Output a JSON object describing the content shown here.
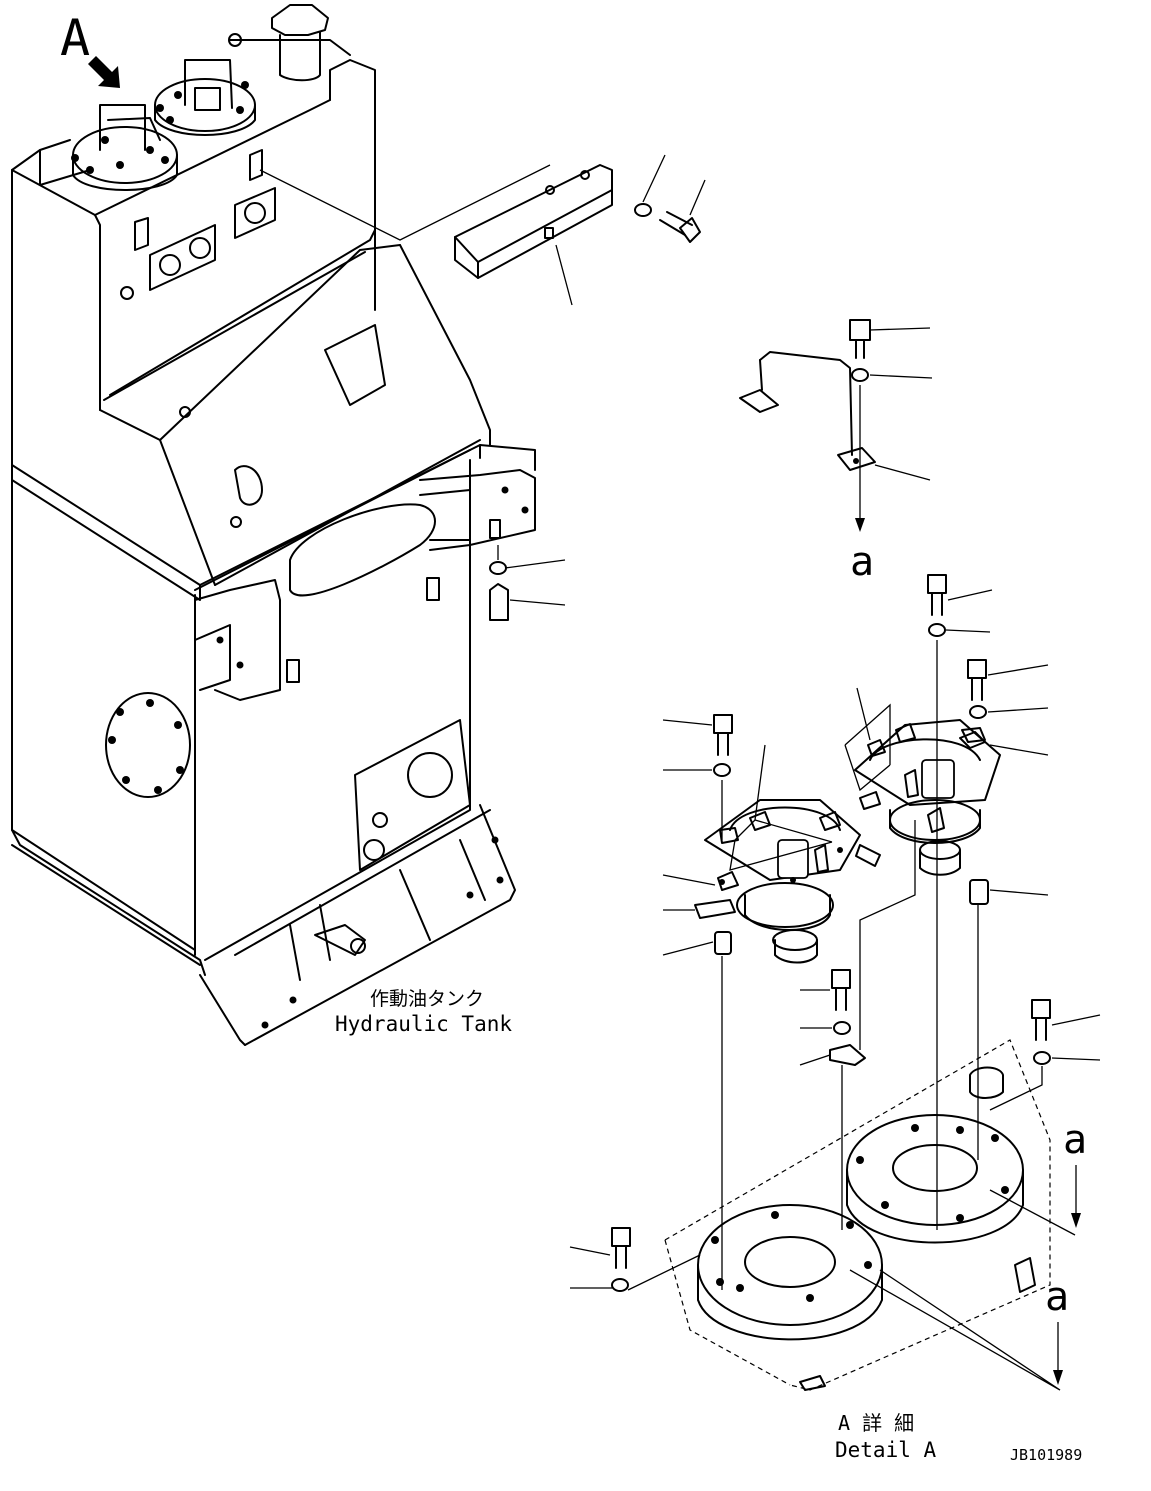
{
  "view_marker": "A",
  "tank_label": {
    "japanese": "作動油タンク",
    "english": "Hydraulic Tank"
  },
  "detail_label": {
    "japanese": "A 詳 細",
    "english": "Detail A"
  },
  "ref_letter": "a",
  "drawing_number": "JB101989"
}
